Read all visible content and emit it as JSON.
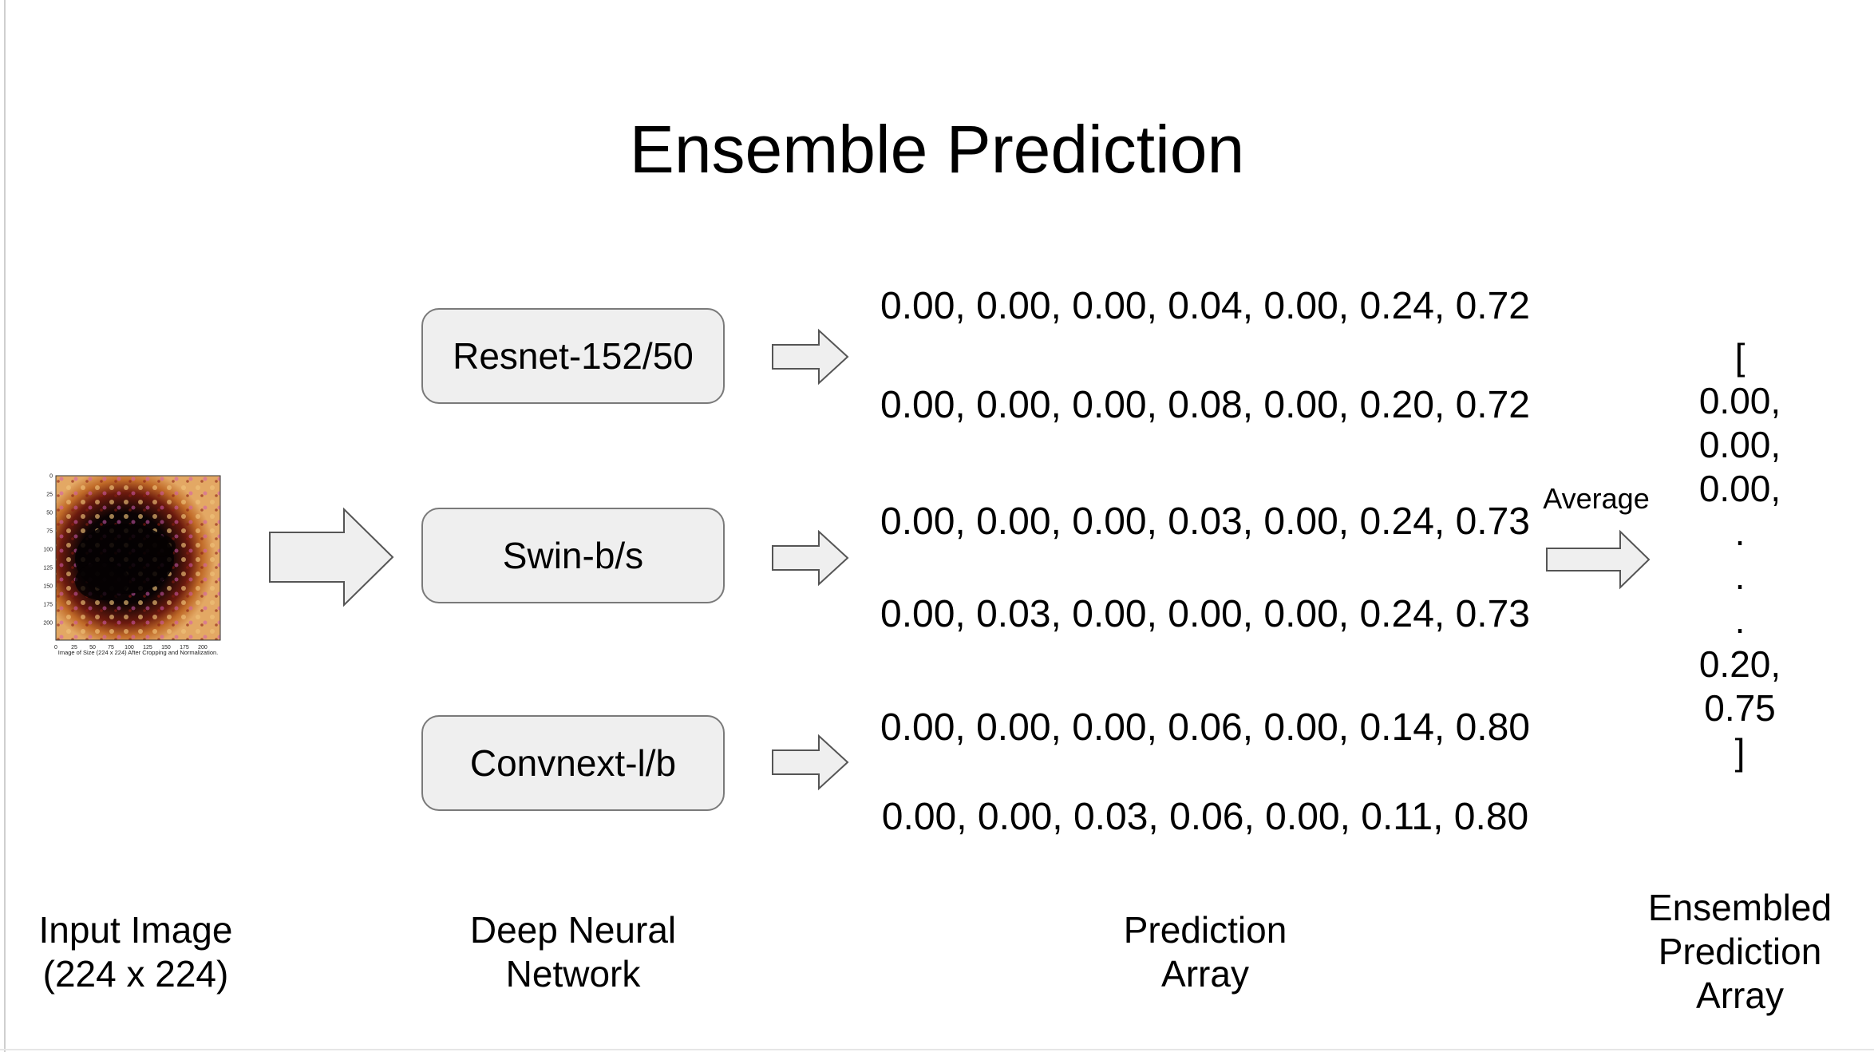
{
  "title": "Ensemble Prediction",
  "models": [
    "Resnet-152/50",
    "Swin-b/s",
    "Convnext-l/b"
  ],
  "predictions": [
    "0.00, 0.00, 0.00, 0.04, 0.00, 0.24, 0.72",
    "0.00, 0.00, 0.00, 0.08, 0.00, 0.20, 0.72",
    "0.00, 0.00, 0.00, 0.03, 0.00, 0.24, 0.73",
    "0.00, 0.03, 0.00, 0.00, 0.00, 0.24, 0.73",
    "0.00, 0.00, 0.00, 0.06, 0.00, 0.14, 0.80",
    "0.00, 0.00, 0.03, 0.06, 0.00, 0.11, 0.80"
  ],
  "average_label": "Average",
  "ensemble": {
    "lines": [
      "[",
      "0.00,",
      "0.00,",
      "0.00,",
      ".",
      ".",
      ".",
      "0.20,",
      "0.75",
      "]"
    ]
  },
  "captions": {
    "input": [
      "Input Image",
      "(224 x  224)"
    ],
    "network": [
      "Deep Neural",
      "Network"
    ],
    "prediction": [
      "Prediction",
      "Array"
    ],
    "ensembled": [
      "Ensembled",
      "Prediction",
      "Array"
    ]
  },
  "input_image": {
    "y_ticks": [
      "0",
      "25",
      "50",
      "75",
      "100",
      "125",
      "150",
      "175",
      "200"
    ],
    "x_ticks": [
      "0",
      "25",
      "50",
      "75",
      "100",
      "125",
      "150",
      "175",
      "200"
    ],
    "caption": "Image of Size (224 x 224) After Cropping and Normalization."
  }
}
